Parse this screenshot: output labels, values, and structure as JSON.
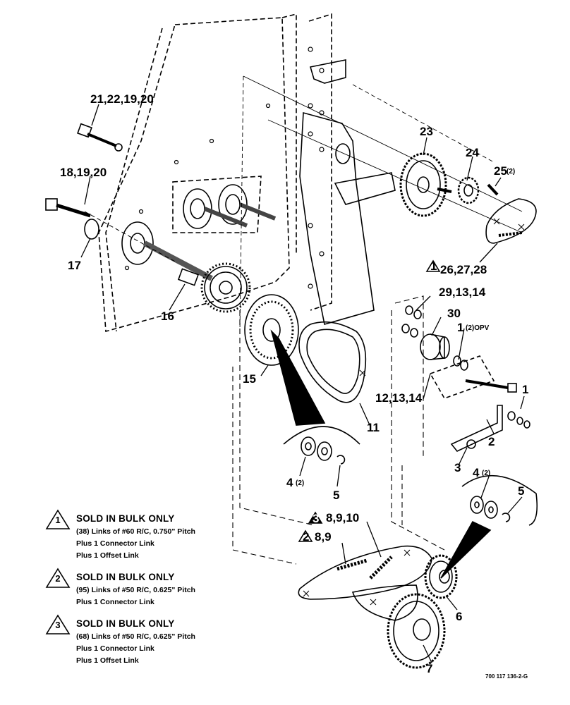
{
  "callouts": [
    {
      "id": "c-21-22-19-20",
      "text": "21,22,19,20"
    },
    {
      "id": "c-18-19-20",
      "text": "18,19,20"
    },
    {
      "id": "c-17",
      "text": "17"
    },
    {
      "id": "c-16",
      "text": "16"
    },
    {
      "id": "c-23",
      "text": "23"
    },
    {
      "id": "c-24",
      "text": "24"
    },
    {
      "id": "c-25",
      "text": "25"
    },
    {
      "id": "c-25-qty",
      "text": "(2)"
    },
    {
      "id": "c-26-27-28",
      "text": "26,27,28"
    },
    {
      "id": "c-29-13-14",
      "text": "29,13,14"
    },
    {
      "id": "c-30",
      "text": "30"
    },
    {
      "id": "c-1-opv",
      "text": "1"
    },
    {
      "id": "c-1-opv-qty",
      "text": "(2)OPV"
    },
    {
      "id": "c-1",
      "text": "1"
    },
    {
      "id": "c-12-13-14",
      "text": "12,13,14"
    },
    {
      "id": "c-15",
      "text": "15"
    },
    {
      "id": "c-11",
      "text": "11"
    },
    {
      "id": "c-2",
      "text": "2"
    },
    {
      "id": "c-3",
      "text": "3"
    },
    {
      "id": "c-4a",
      "text": "4"
    },
    {
      "id": "c-4a-qty",
      "text": "(2)"
    },
    {
      "id": "c-5a",
      "text": "5"
    },
    {
      "id": "c-4b",
      "text": "4"
    },
    {
      "id": "c-4b-qty",
      "text": "(2)"
    },
    {
      "id": "c-5b",
      "text": "5"
    },
    {
      "id": "c-8-9-10",
      "text": "8,9,10"
    },
    {
      "id": "c-8-9",
      "text": "8,9"
    },
    {
      "id": "c-6",
      "text": "6"
    },
    {
      "id": "c-7",
      "text": "7"
    }
  ],
  "notes": [
    {
      "number": "1",
      "heading": "SOLD IN BULK ONLY",
      "lines": [
        "(38) Links of #60 R/C, 0.750\" Pitch",
        "Plus 1 Connector Link",
        "Plus 1 Offset Link"
      ]
    },
    {
      "number": "2",
      "heading": "SOLD IN BULK ONLY",
      "lines": [
        "(95) Links of #50 R/C, 0.625\" Pitch",
        "Plus 1 Connector Link"
      ]
    },
    {
      "number": "3",
      "heading": "SOLD IN BULK ONLY",
      "lines": [
        "(68) Links of #50 R/C, 0.625\" Pitch",
        "Plus 1 Connector Link",
        "Plus 1 Offset Link"
      ]
    }
  ],
  "figure_code": "700 117 136-2-G"
}
